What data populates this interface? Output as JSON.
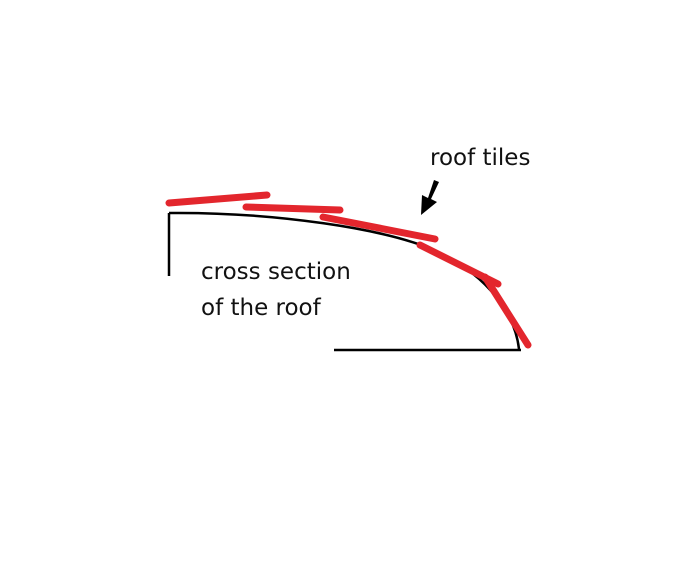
{
  "labels": {
    "tiles": "roof tiles",
    "section_line1": "cross section",
    "section_line2": "of the roof"
  },
  "colors": {
    "outline": "#000000",
    "tiles": "#e3262d",
    "arrow": "#000000",
    "background": "#ffffff"
  }
}
